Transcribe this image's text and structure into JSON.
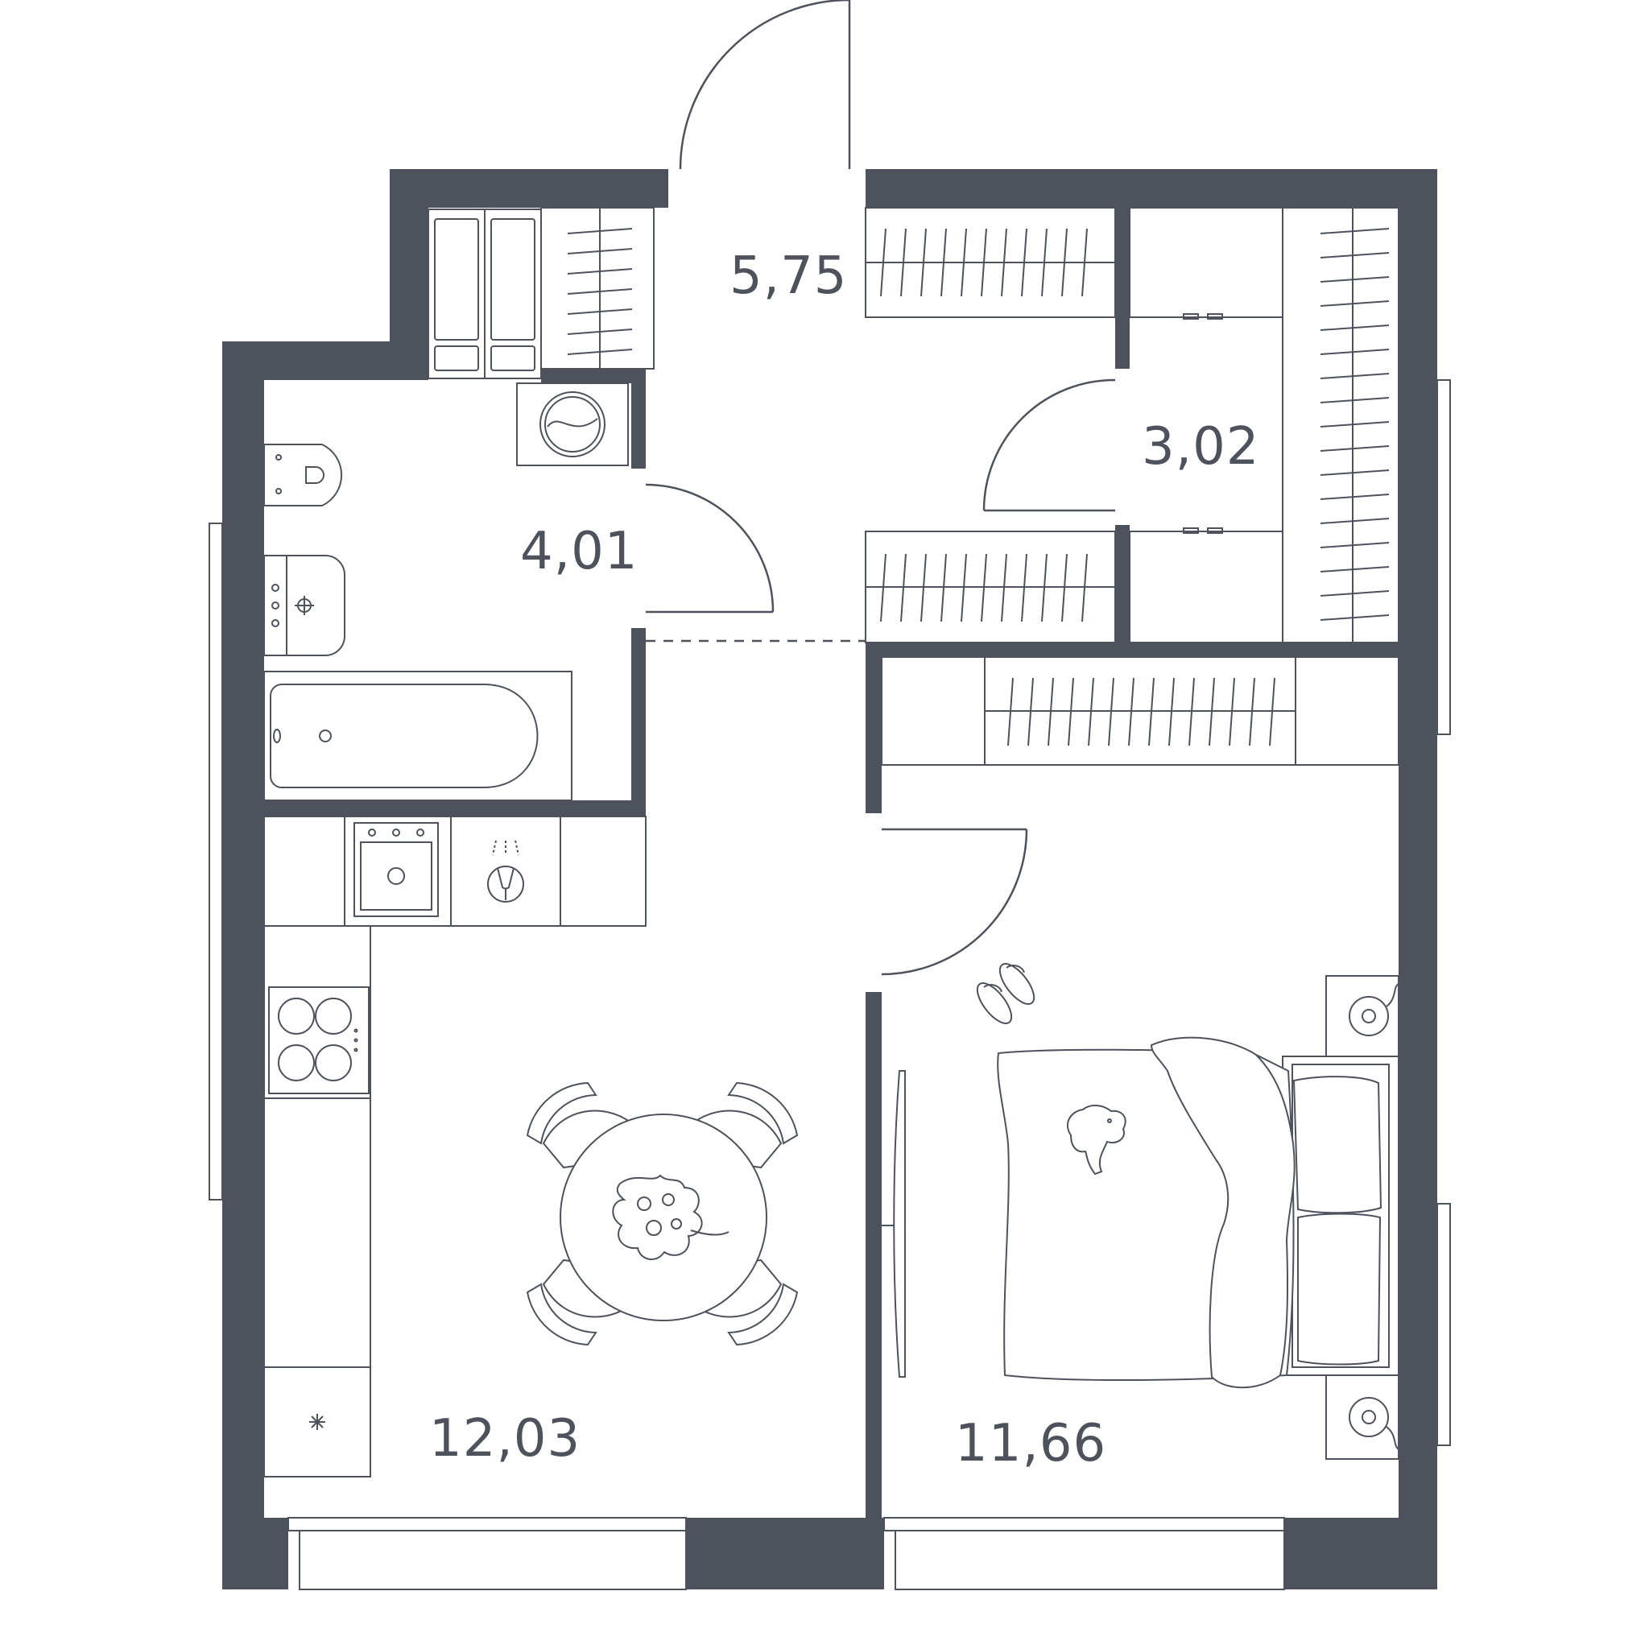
{
  "plan": {
    "colors": {
      "wall": "#4e525c",
      "line": "#4e525c",
      "background": "#ffffff"
    },
    "rooms": [
      {
        "id": "hall",
        "area": "5,75"
      },
      {
        "id": "bathroom",
        "area": "4,01"
      },
      {
        "id": "wardrobe",
        "area": "3,02"
      },
      {
        "id": "kitchen-living",
        "area": "12,03"
      },
      {
        "id": "bedroom",
        "area": "11,66"
      }
    ],
    "icons": [
      "washing-machine-icon",
      "toilet-icon",
      "sink-icon",
      "bathtub-icon",
      "oven-icon",
      "kitchen-sink-icon",
      "cooktop-icon",
      "fridge-icon",
      "dining-table-icon",
      "bed-icon",
      "slippers-icon",
      "lamp-icon",
      "mirror-icon"
    ]
  }
}
